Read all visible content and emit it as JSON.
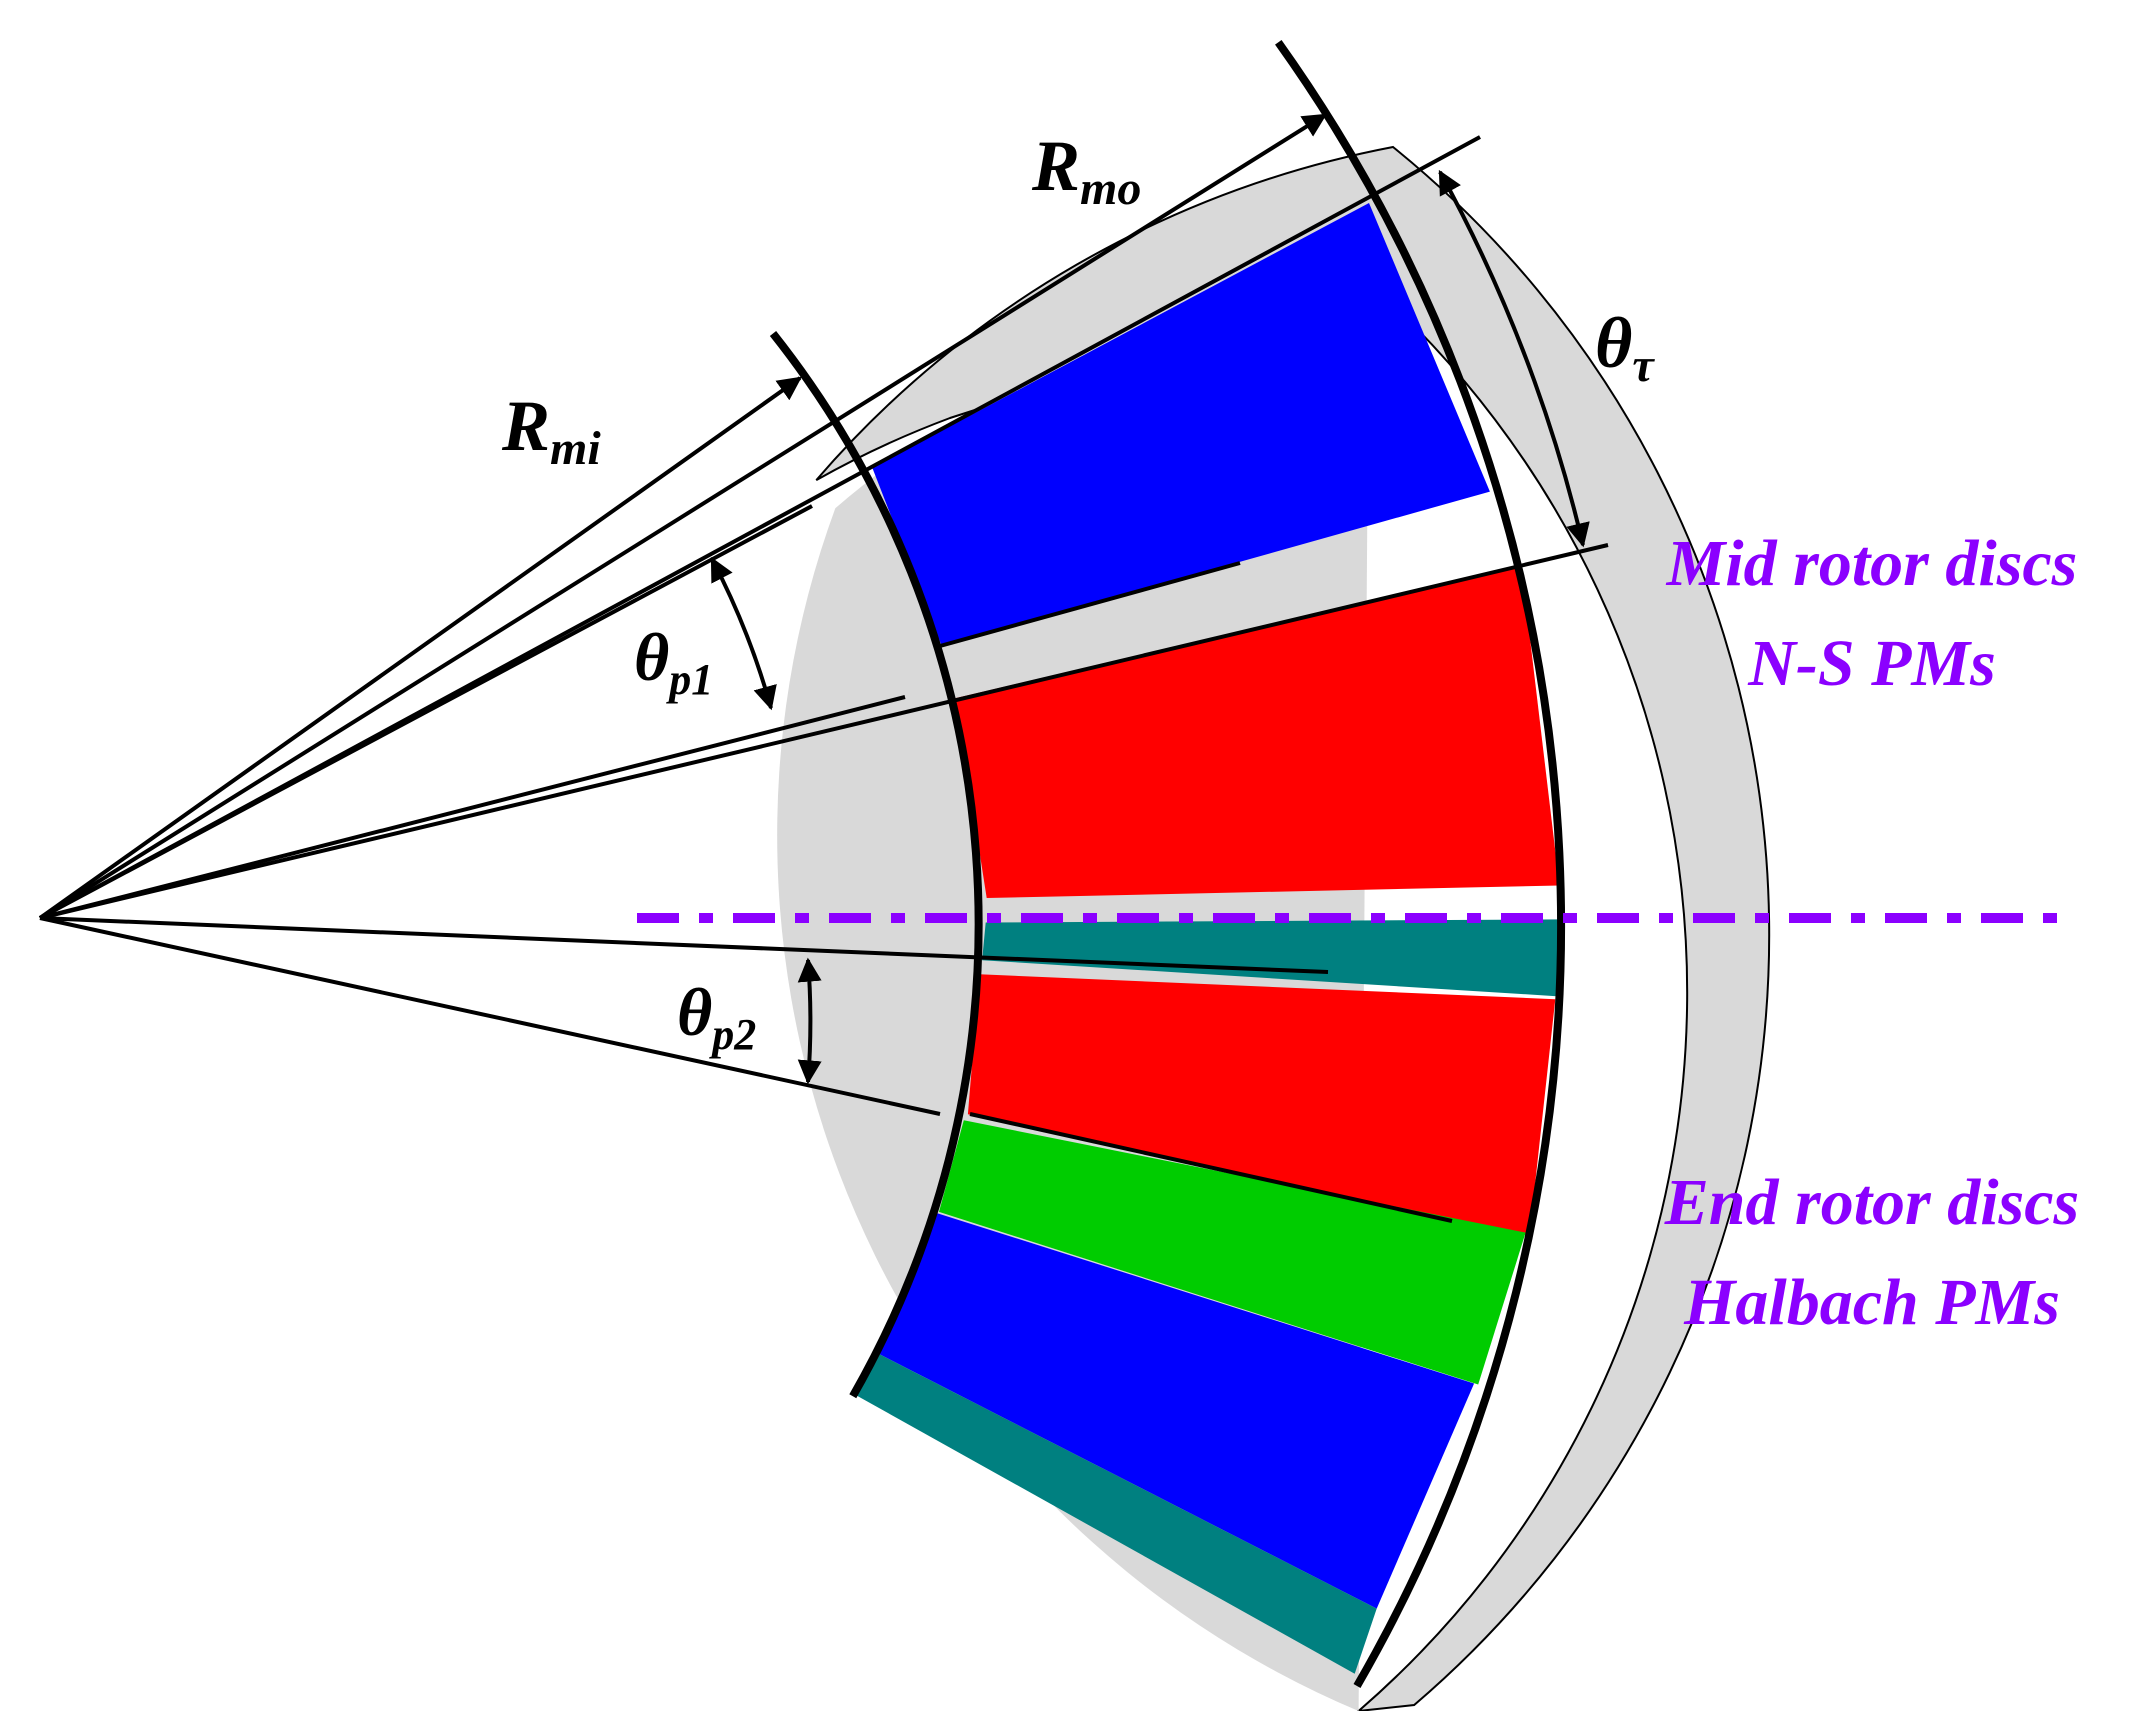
{
  "labels": {
    "r_inner": {
      "main": "R",
      "sub": "mi"
    },
    "r_outer": {
      "main": "R",
      "sub": "mo"
    },
    "theta_tau": {
      "main": "θ",
      "sub": "τ"
    },
    "theta_p1": {
      "main": "θ",
      "sub": "p1"
    },
    "theta_p2": {
      "main": "θ",
      "sub": "p2"
    }
  },
  "notes": {
    "mid_line1": "Mid rotor discs",
    "mid_line2": "N-S PMs",
    "end_line1": "End rotor discs",
    "end_line2": "Halbach PMs"
  },
  "colors": {
    "accent_violet": "#8B00FF",
    "magnet_blue": "#0000FF",
    "magnet_red": "#FF0000",
    "magnet_green": "#00CC00",
    "magnet_teal": "#008080",
    "disc_gray": "#D9D9D9",
    "line_black": "#000000"
  }
}
